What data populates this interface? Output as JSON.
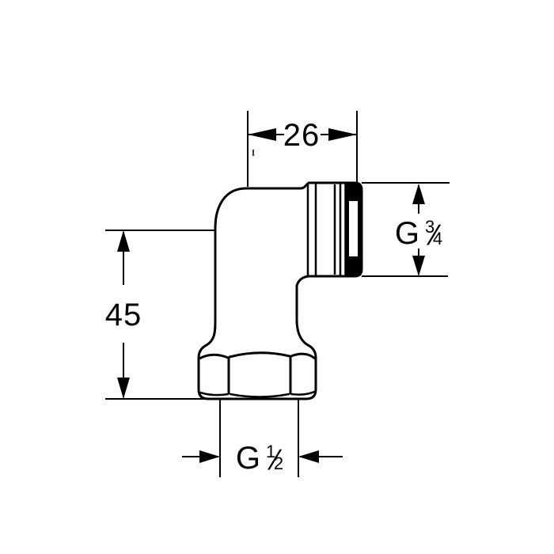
{
  "figure": {
    "kind": "technical line drawing",
    "subject": "90-degree elbow pipe fitting with hex union nut and male thread, side view",
    "colors": {
      "ink": "#000000",
      "paper": "#ffffff"
    }
  },
  "dimensions": {
    "width_top": {
      "value": "26"
    },
    "height_left": {
      "value": "45"
    },
    "thread_right": {
      "prefix": "G",
      "numerator": "3",
      "slash": "⁄",
      "denominator": "4"
    },
    "thread_bottom": {
      "prefix": "G",
      "numerator": "1",
      "slash": "⁄",
      "denominator": "2"
    }
  }
}
